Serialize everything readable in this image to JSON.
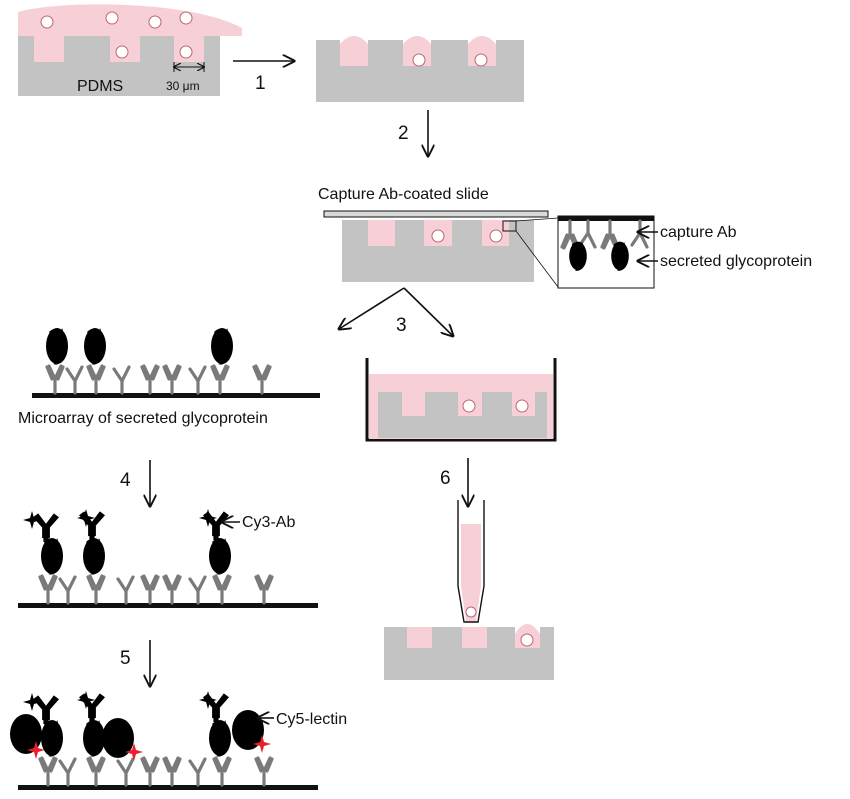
{
  "labels": {
    "pdms": "PDMS",
    "scale": "30 μm",
    "capture_slide": "Capture Ab-coated slide",
    "capture_ab": "capture Ab",
    "secreted_glycoprotein": "secreted glycoprotein",
    "microarray": "Microarray of secreted glycoprotein",
    "cy3_ab": "Cy3-Ab",
    "cy5_lectin": "Cy5-lectin"
  },
  "steps": [
    "1",
    "2",
    "3",
    "4",
    "5",
    "6"
  ],
  "colors": {
    "pdms": "#c3c3c3",
    "medium": "#f6d0d6",
    "antibody": "#7a7a7a",
    "glycoprotein": "#2b6fb8",
    "cy3_antibody": "#f36a1e",
    "cy3_dye": "#1f6b2e",
    "cy5_dye": "#e8202a",
    "lectin": "#f4f2a6"
  }
}
